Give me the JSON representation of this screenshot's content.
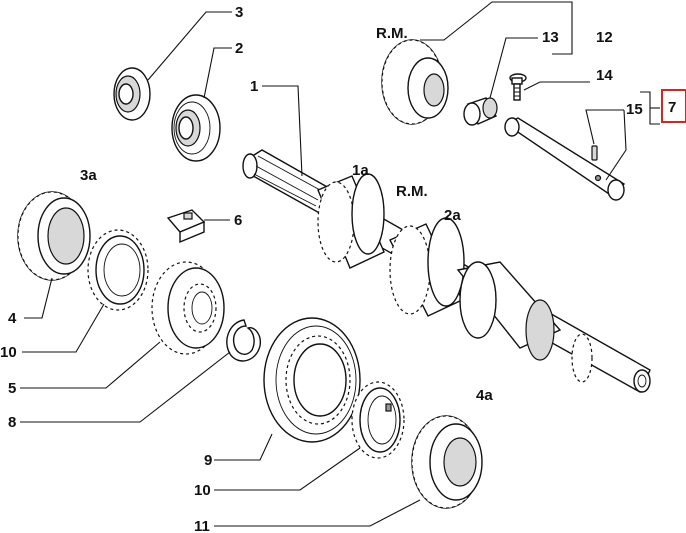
{
  "labels": {
    "l1": "1",
    "l1a": "1a",
    "l2": "2",
    "l2a": "2a",
    "l3": "3",
    "l3a": "3a",
    "l4": "4",
    "l4a": "4a",
    "l5": "5",
    "l6": "6",
    "l7": "7",
    "l8": "8",
    "l9": "9",
    "l10a": "10",
    "l10b": "10",
    "l11": "11",
    "l12": "12",
    "l13": "13",
    "l14": "14",
    "l15": "15",
    "rm1": "R.M.",
    "rm2": "R.M."
  },
  "colors": {
    "highlight_box": "#d22222",
    "line": "#111111"
  }
}
